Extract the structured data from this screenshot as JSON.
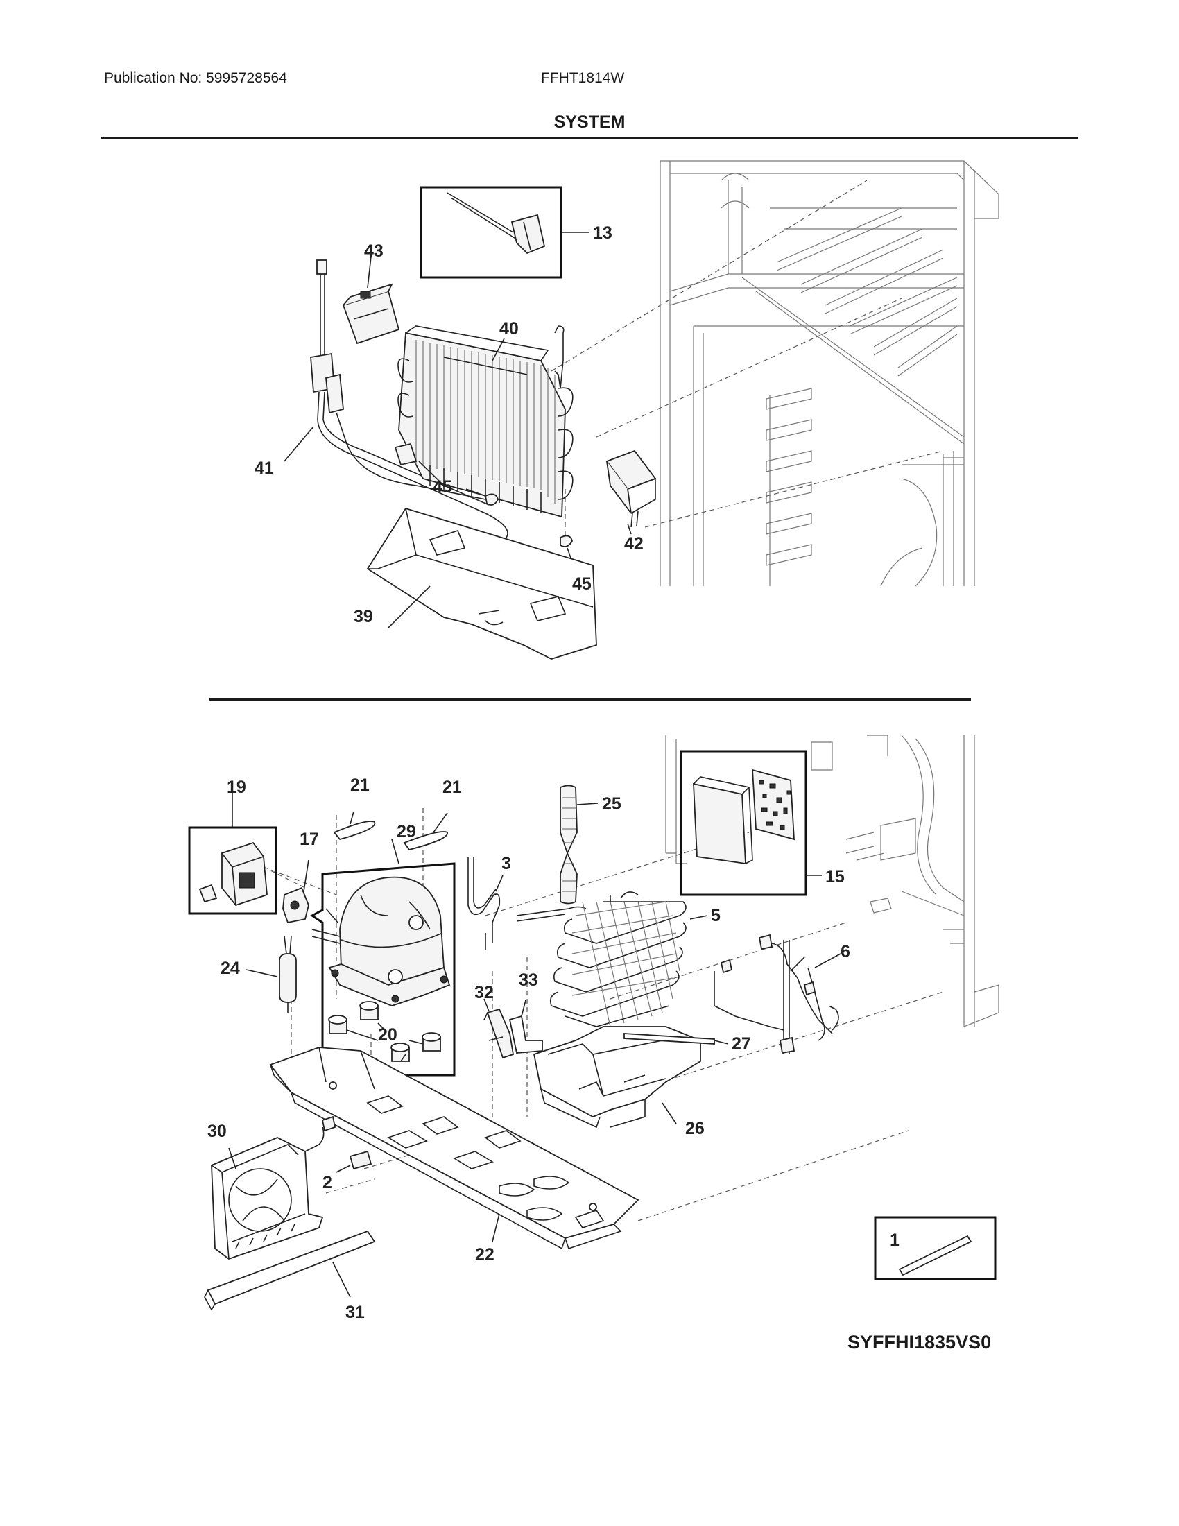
{
  "header": {
    "publication": "Publication No: 5995728564",
    "model": "FFHT1814W",
    "section_title": "SYSTEM"
  },
  "diagram_code": "SYFFHI1835VS0",
  "callouts": {
    "c13": "13",
    "c43": "43",
    "c40": "40",
    "c41": "41",
    "c45a": "45",
    "c45b": "45",
    "c42": "42",
    "c39": "39",
    "c19": "19",
    "c21a": "21",
    "c21b": "21",
    "c29": "29",
    "c17": "17",
    "c3": "3",
    "c25": "25",
    "c15": "15",
    "c5": "5",
    "c6": "6",
    "c24": "24",
    "c32": "32",
    "c33": "33",
    "c20": "20",
    "c27": "27",
    "c26": "26",
    "c30": "30",
    "c2": "2",
    "c22": "22",
    "c31": "31",
    "c1": "1"
  }
}
